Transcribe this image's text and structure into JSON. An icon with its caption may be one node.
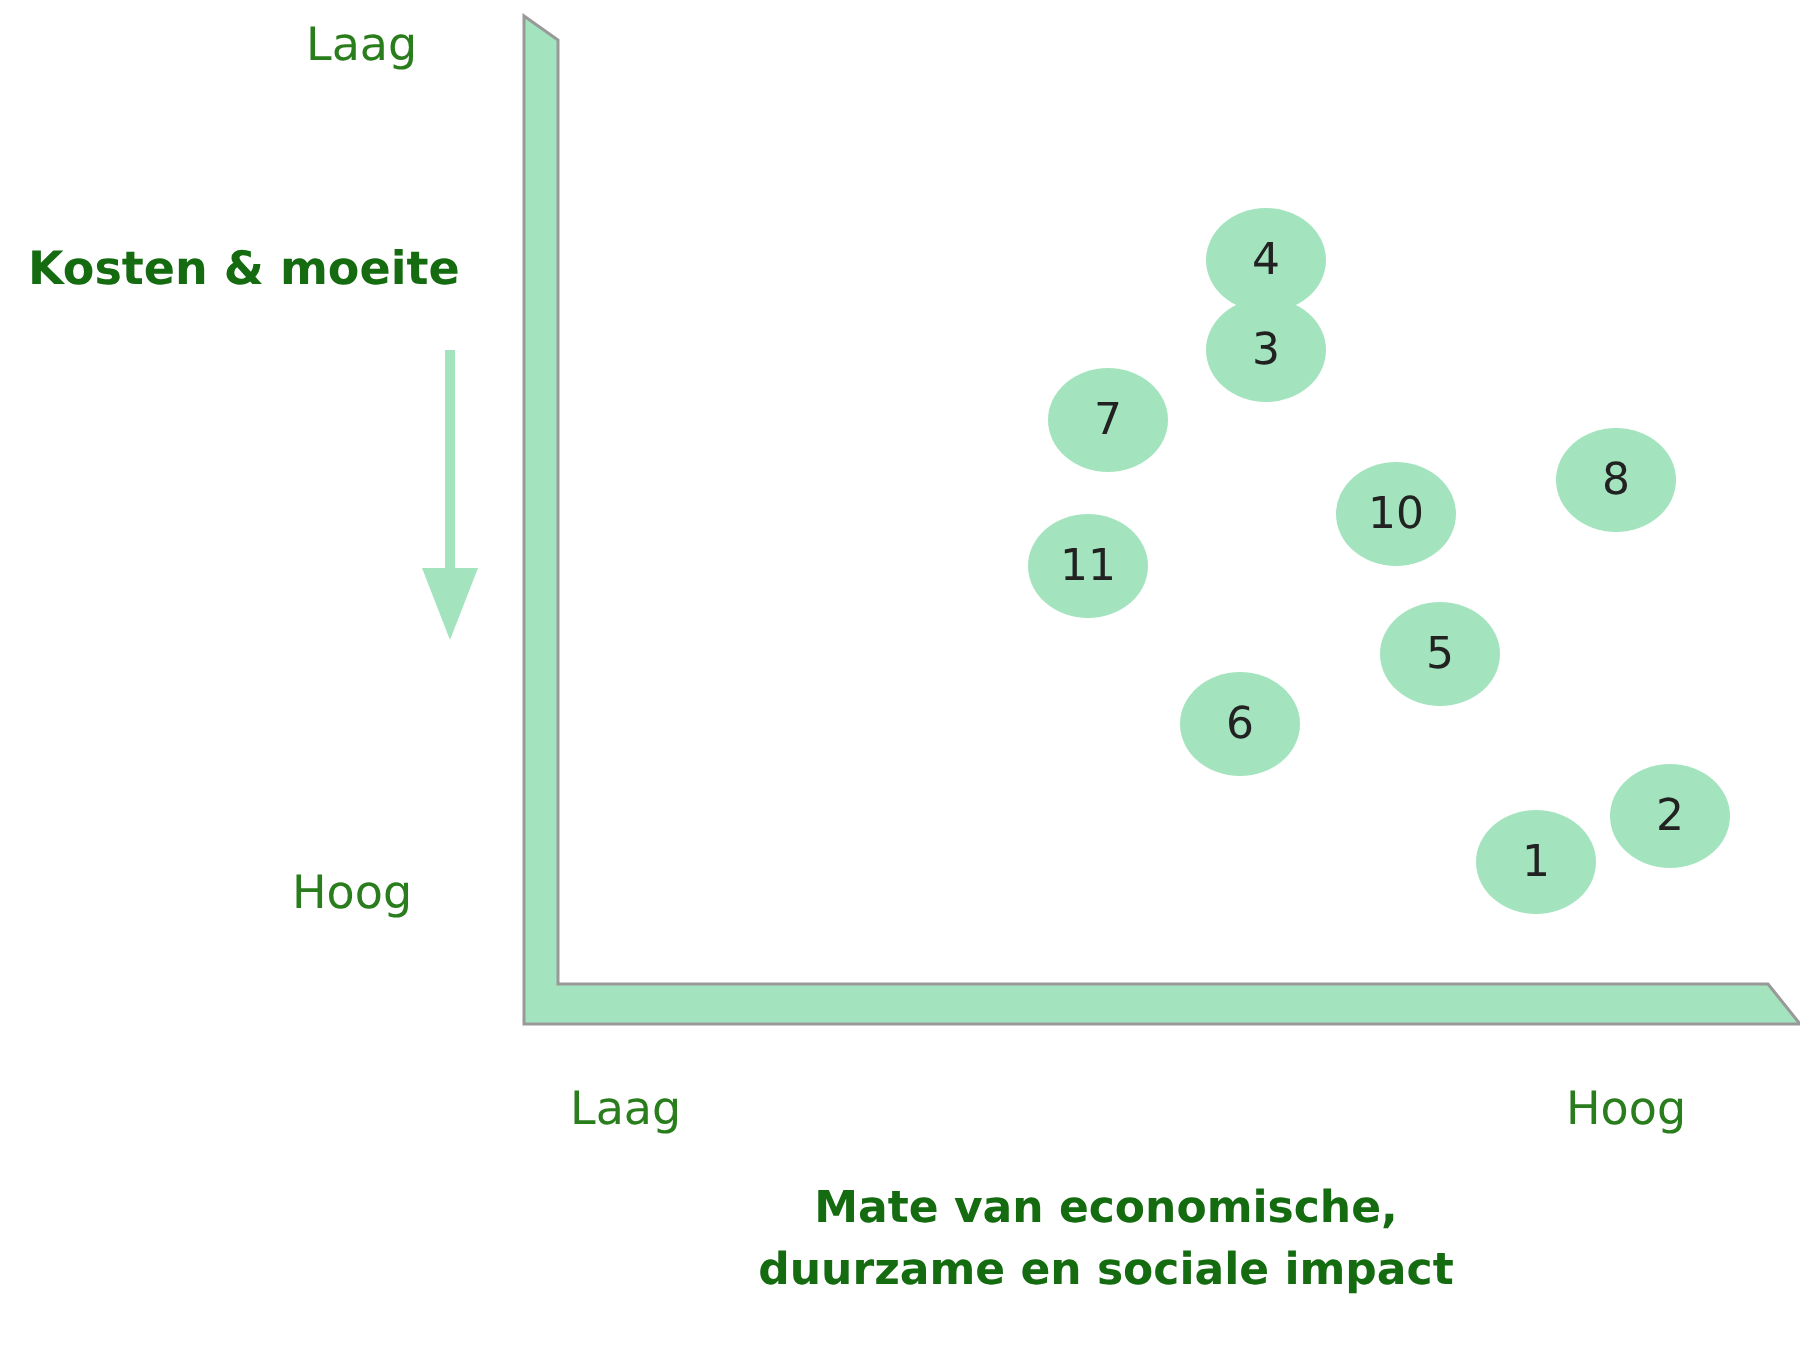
{
  "diagram": {
    "nodes": [
      {
        "text": [
          "4"
        ]
      },
      {
        "text": [
          "3"
        ]
      },
      {
        "text": [
          "7"
        ]
      },
      {
        "text": [
          "8"
        ]
      },
      {
        "text": [
          "10"
        ]
      },
      {
        "text": [
          "11"
        ]
      },
      {
        "text": [
          "5"
        ]
      },
      {
        "text": [
          "6"
        ]
      },
      {
        "text": [
          "2"
        ]
      },
      {
        "text": [
          "1"
        ]
      }
    ],
    "labels": [
      "Laag",
      "Kosten & moeite",
      "Hoog",
      "Laag",
      "Hoog",
      "Mate van economische, duurzame en sociale impact"
    ]
  }
}
